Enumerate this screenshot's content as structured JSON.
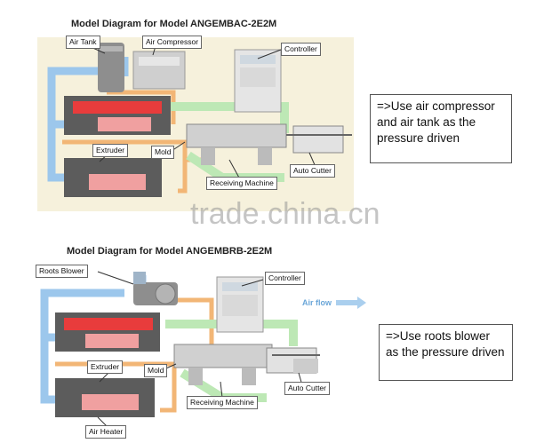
{
  "diagram1": {
    "title": "Model Diagram for Model ANGEMBAC-2E2M",
    "labels": {
      "air_tank": "Air Tank",
      "air_compressor": "Air Compressor",
      "controller": "Controller",
      "extruder": "Extruder",
      "mold": "Mold",
      "receiving_machine": "Receiving Machine",
      "auto_cutter": "Auto Cutter"
    },
    "note": "=>Use air compressor and air tank as the pressure driven"
  },
  "diagram2": {
    "title": "Model Diagram for Model ANGEMBRB-2E2M",
    "labels": {
      "roots_blower": "Roots Blower",
      "controller": "Controller",
      "air_flow": "Air flow",
      "extruder": "Extruder",
      "mold": "Mold",
      "receiving_machine": "Receiving Machine",
      "auto_cutter": "Auto Cutter",
      "air_heater": "Air Heater"
    },
    "note": "=>Use roots blower as the pressure driven"
  },
  "watermark": "trade.china.cn",
  "colors": {
    "pipe_blue": "#9cc7ec",
    "pipe_orange": "#f2b676",
    "pipe_green": "#bde8b5",
    "heater_red": "#e83c3c",
    "machine_grey": "#8e8e8e",
    "panel_bg": "#f6f1dc"
  }
}
